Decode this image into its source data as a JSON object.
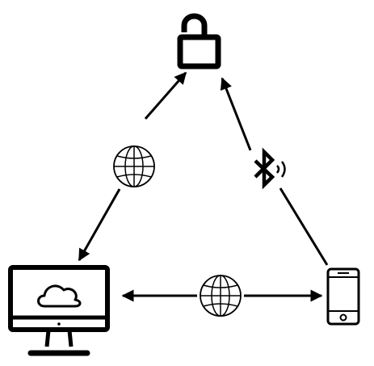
{
  "diagram": {
    "background": "#ffffff",
    "stroke_color": "#000000",
    "nodes": [
      {
        "id": "lock",
        "icon": "unlocked-padlock-icon"
      },
      {
        "id": "computer",
        "icon": "desktop-monitor-with-cloud-icon"
      },
      {
        "id": "phone",
        "icon": "smartphone-icon"
      }
    ],
    "connections": [
      {
        "from": "computer",
        "to": "lock",
        "direction": "bidirectional",
        "medium_icon": "globe-icon"
      },
      {
        "from": "phone",
        "to": "lock",
        "direction": "bidirectional",
        "medium_icon": "bluetooth-signal-icon"
      },
      {
        "from": "computer",
        "to": "phone",
        "direction": "bidirectional",
        "medium_icon": "globe-icon"
      }
    ]
  }
}
